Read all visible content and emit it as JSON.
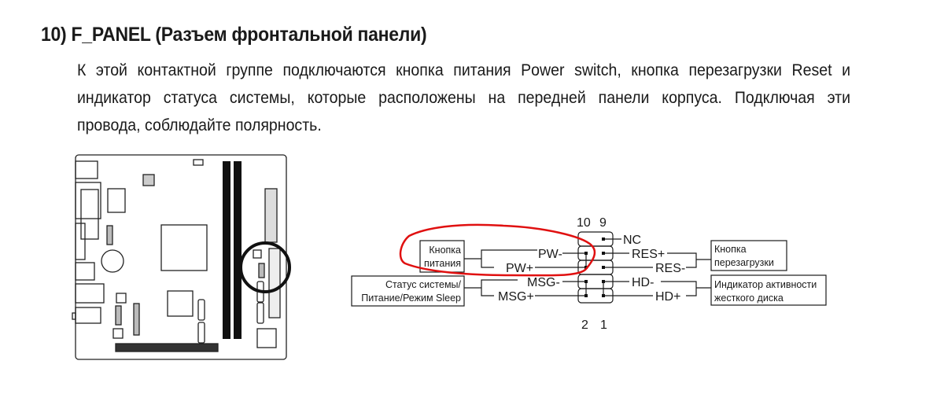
{
  "heading": "10) F_PANEL (Разъем фронтальной панели)",
  "paragraph": {
    "line1": "К этой контактной группе подключаются кнопка питания Power switch, кнопка перезагрузки Reset и",
    "line2": "индикатор статуса системы, которые расположены на передней панели корпуса. Подключая эти",
    "line3": "провода, соблюдайте полярность."
  },
  "diagram": {
    "pin_numbers": {
      "top_left": "10",
      "top_right": "9",
      "bottom_left": "2",
      "bottom_right": "1"
    },
    "pins": {
      "nc": "NC",
      "pw_minus": "PW-",
      "pw_plus": "PW+",
      "msg_minus": "MSG-",
      "msg_plus": "MSG+",
      "res_plus": "RES+",
      "res_minus": "RES-",
      "hd_minus": "HD-",
      "hd_plus": "HD+"
    },
    "boxes": {
      "power_button": {
        "line1": "Кнопка",
        "line2": "питания"
      },
      "system_status": {
        "line1": "Статус системы/",
        "line2": "Питание/Режим Sleep"
      },
      "reset_button": {
        "line1": "Кнопка",
        "line2": "перезагрузки"
      },
      "hdd_led": {
        "line1": "Индикатор активности",
        "line2": "жесткого диска"
      }
    },
    "annotation_color": "#e01010",
    "line_color": "#1a1a1a"
  }
}
